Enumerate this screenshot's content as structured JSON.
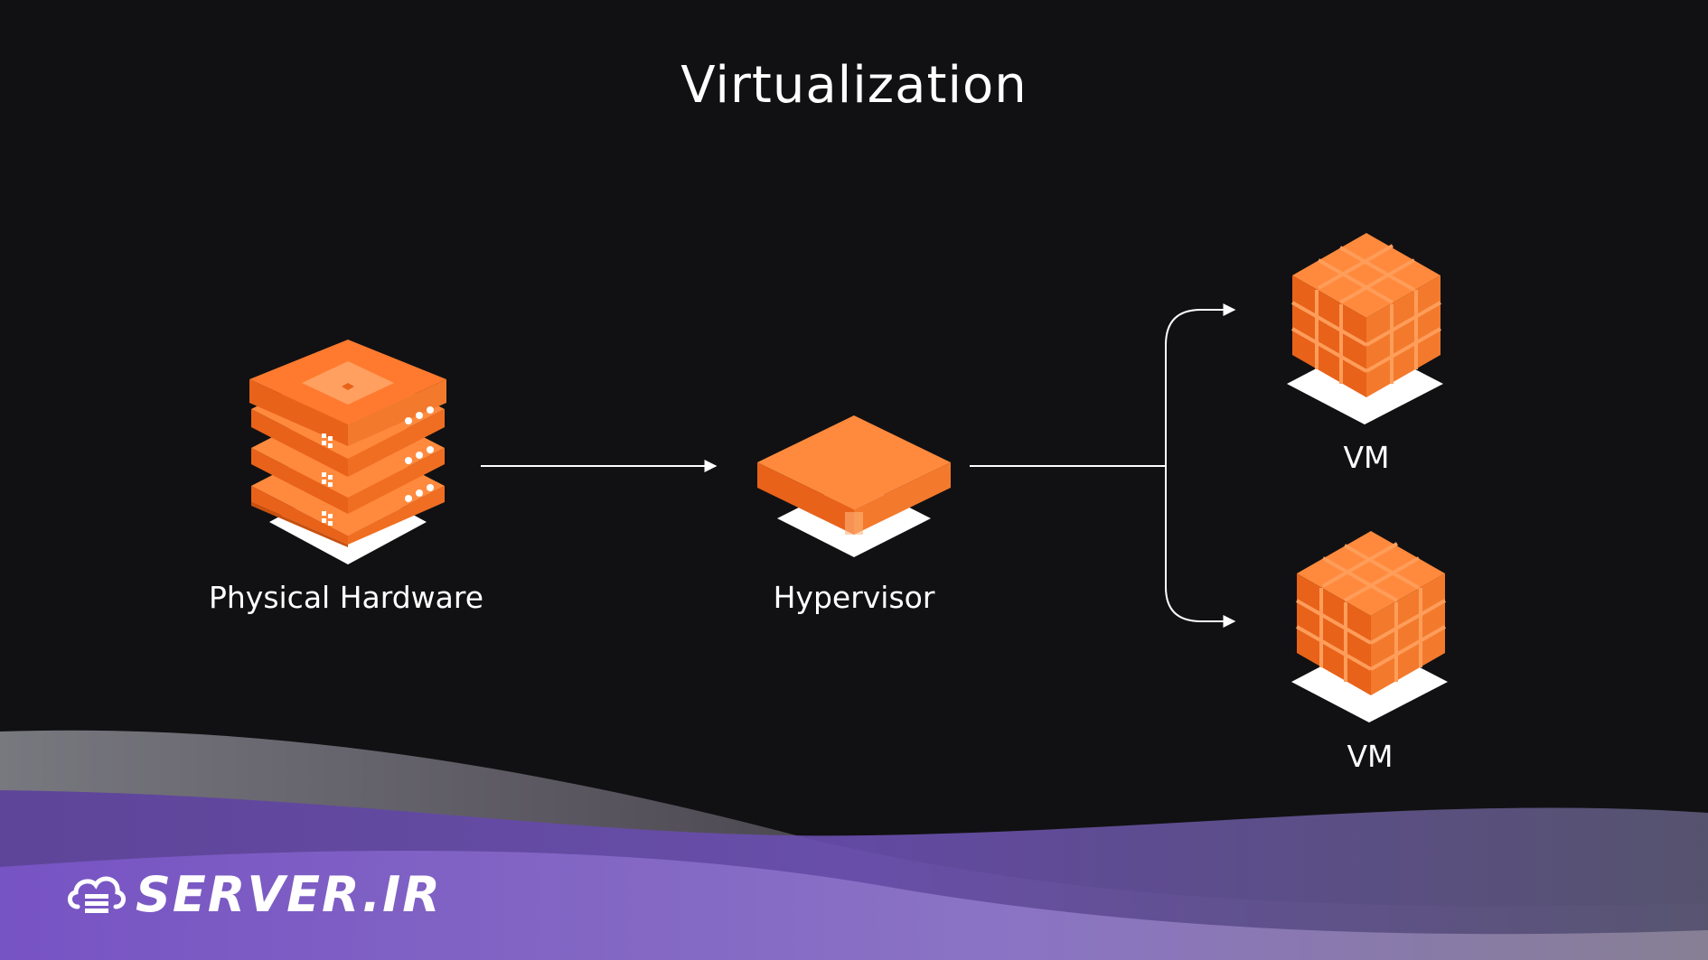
{
  "title": "Virtualization",
  "nodes": {
    "physical_hardware": {
      "label": "Physical Hardware",
      "icon": "server-stack-icon"
    },
    "hypervisor": {
      "label": "Hypervisor",
      "icon": "hypervisor-slab-icon"
    },
    "vm_top": {
      "label": "VM",
      "icon": "vm-cube-icon"
    },
    "vm_bottom": {
      "label": "VM",
      "icon": "vm-cube-icon"
    }
  },
  "edges": [
    {
      "from": "physical_hardware",
      "to": "hypervisor"
    },
    {
      "from": "hypervisor",
      "to": "vm_top"
    },
    {
      "from": "hypervisor",
      "to": "vm_bottom"
    }
  ],
  "logo": {
    "text": "SERVER.IR"
  },
  "colors": {
    "background": "#111113",
    "accent": "#ff7a2f",
    "accent_dark": "#e85d14",
    "wave_purple": "#6a4bb0"
  }
}
